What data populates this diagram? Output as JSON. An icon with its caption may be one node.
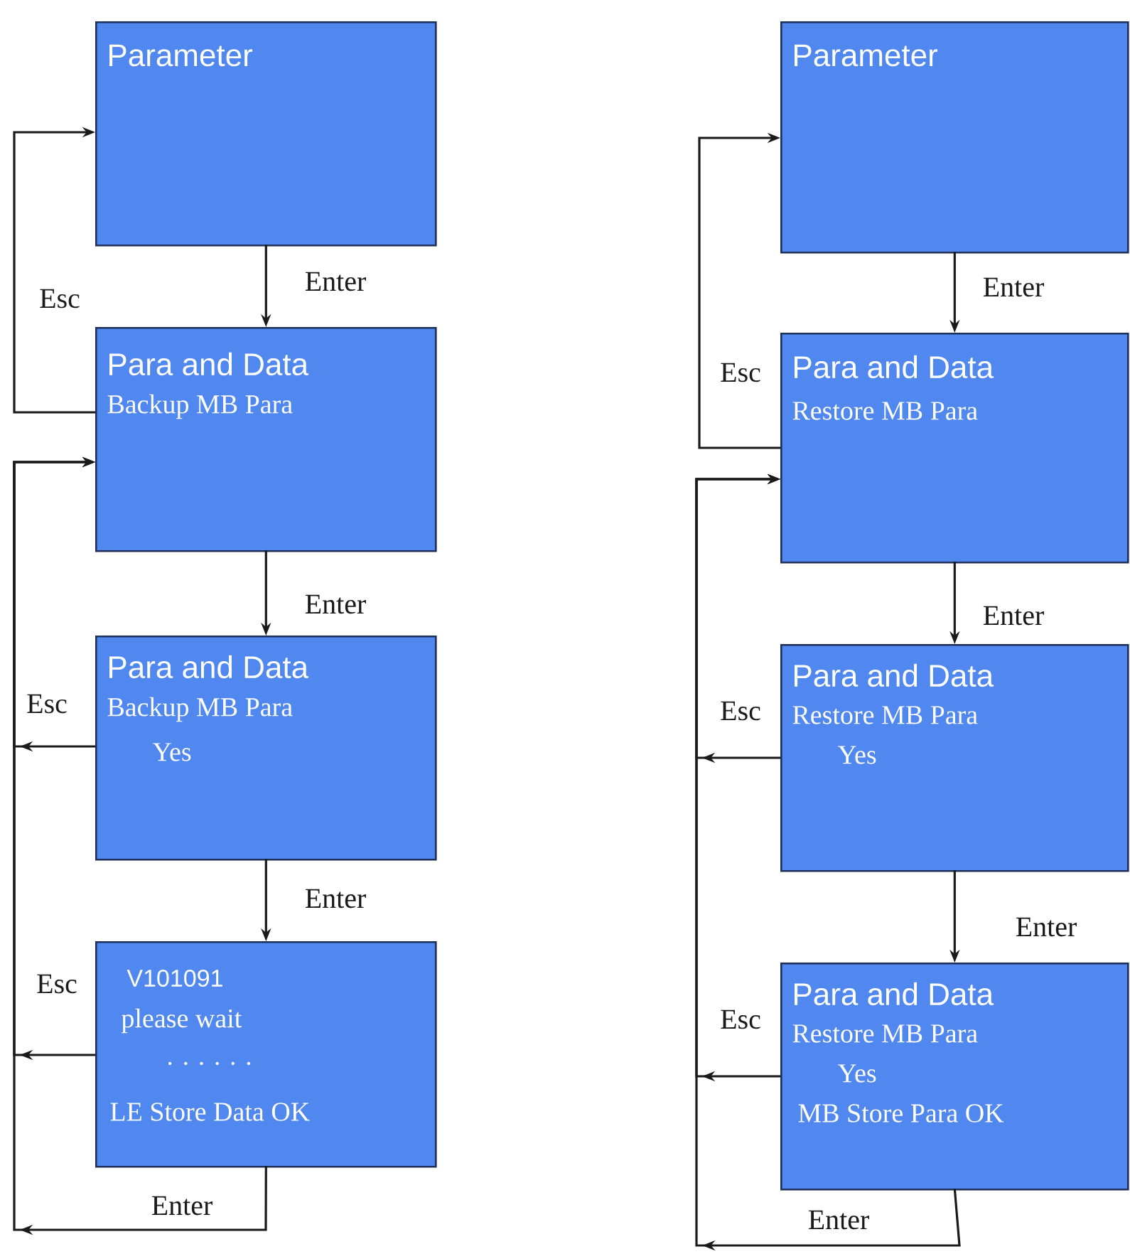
{
  "diagram": {
    "nodes": [
      {
        "text": [
          "Parameter"
        ]
      },
      {
        "text": [
          "Para and Data",
          "Backup MB Para"
        ]
      },
      {
        "text": [
          "Para and Data",
          "Backup MB Para",
          "Yes"
        ]
      },
      {
        "text": [
          "V101091",
          "please wait",
          ". . . . . .",
          "LE Store Data OK"
        ]
      },
      {
        "text": [
          "Parameter"
        ]
      },
      {
        "text": [
          "Para and Data",
          "Restore MB Para"
        ]
      },
      {
        "text": [
          "Para and Data",
          "Restore MB Para",
          "Yes"
        ]
      },
      {
        "text": [
          "Para and Data",
          "Restore MB Para",
          "Yes",
          "MB Store Para OK"
        ]
      }
    ],
    "edges": [
      {
        "from": 0,
        "to": 1,
        "arrow": "to",
        "label": "Enter"
      },
      {
        "from": 1,
        "to": 0,
        "arrow": "to",
        "label": "Esc"
      },
      {
        "from": 1,
        "to": 2,
        "arrow": "to",
        "label": "Enter"
      },
      {
        "from": 2,
        "to": 1,
        "arrow": "to",
        "label": "Esc"
      },
      {
        "from": 2,
        "to": 3,
        "arrow": "to",
        "label": "Enter"
      },
      {
        "from": 3,
        "to": 1,
        "arrow": "to",
        "label": "Esc"
      },
      {
        "from": 3,
        "to": 1,
        "arrow": "to",
        "label": "Enter"
      },
      {
        "from": 4,
        "to": 5,
        "arrow": "to",
        "label": "Enter"
      },
      {
        "from": 5,
        "to": 4,
        "arrow": "to",
        "label": "Esc"
      },
      {
        "from": 5,
        "to": 6,
        "arrow": "to",
        "label": "Enter"
      },
      {
        "from": 6,
        "to": 5,
        "arrow": "to",
        "label": "Esc"
      },
      {
        "from": 6,
        "to": 7,
        "arrow": "to",
        "label": "Enter"
      },
      {
        "from": 7,
        "to": 5,
        "arrow": "to",
        "label": "Esc"
      },
      {
        "from": 7,
        "to": 5,
        "arrow": "to",
        "label": "Enter"
      }
    ]
  }
}
